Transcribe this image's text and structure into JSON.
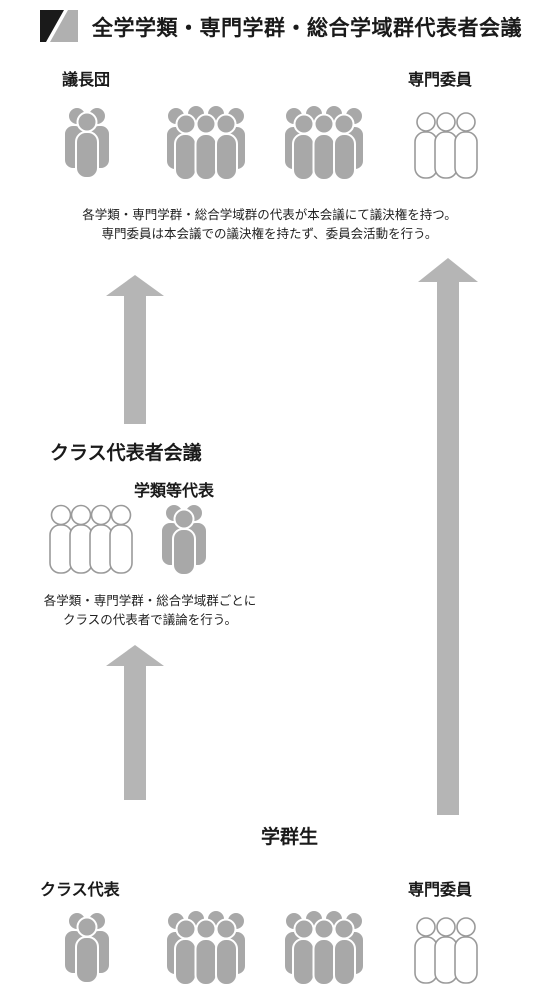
{
  "title": "全学学類・専門学群・総合学域群代表者会議",
  "top": {
    "left_label": "議長団",
    "right_label": "専門委員",
    "desc_line1": "各学類・専門学群・総合学域群の代表が本会議にて議決権を持つ。",
    "desc_line2": "専門委員は本会議での議決権を持たず、委員会活動を行う。"
  },
  "middle": {
    "heading": "クラス代表者会議",
    "sub_label": "学類等代表",
    "desc_line1": "各学類・専門学群・総合学域群ごとに",
    "desc_line2": "クラスの代表者で議論を行う。"
  },
  "bottom": {
    "heading": "学群生",
    "left_label": "クラス代表",
    "right_label": "専門委員"
  },
  "colors": {
    "filled": "#a8a8a8",
    "outline": "#9a9a9a",
    "arrow": "#b5b5b5",
    "logo": "#1a1a1a"
  },
  "icons": [
    "people-group-3-filled",
    "people-group-5-filled",
    "people-group-3-outline"
  ]
}
